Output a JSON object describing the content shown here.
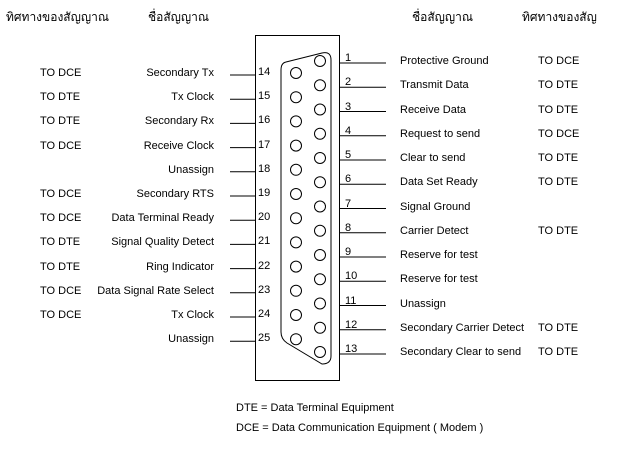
{
  "headers": {
    "left_direction": "ทิศทางของสัญญาณ",
    "left_name": "ชื่อสัญญาณ",
    "right_name": "ชื่อสัญญาณ",
    "right_direction": "ทิศทางของสัญ"
  },
  "left_pins": [
    {
      "pin": "14",
      "signal": "Secondary Tx",
      "direction": "TO  DCE"
    },
    {
      "pin": "15",
      "signal": "Tx Clock",
      "direction": "TO  DTE"
    },
    {
      "pin": "16",
      "signal": "Secondary Rx",
      "direction": "TO  DTE"
    },
    {
      "pin": "17",
      "signal": "Receive Clock",
      "direction": "TO  DCE"
    },
    {
      "pin": "18",
      "signal": "Unassign",
      "direction": ""
    },
    {
      "pin": "19",
      "signal": "Secondary RTS",
      "direction": "TO  DCE"
    },
    {
      "pin": "20",
      "signal": "Data Terminal Ready",
      "direction": "TO  DCE"
    },
    {
      "pin": "21",
      "signal": "Signal Quality Detect",
      "direction": "TO  DTE"
    },
    {
      "pin": "22",
      "signal": "Ring Indicator",
      "direction": "TO  DTE"
    },
    {
      "pin": "23",
      "signal": "Data Signal Rate Select",
      "direction": "TO  DCE"
    },
    {
      "pin": "24",
      "signal": "Tx Clock",
      "direction": "TO  DCE"
    },
    {
      "pin": "25",
      "signal": "Unassign",
      "direction": ""
    }
  ],
  "right_pins": [
    {
      "pin": "1",
      "signal": "Protective Ground",
      "direction": "TO  DCE"
    },
    {
      "pin": "2",
      "signal": "Transmit Data",
      "direction": "TO  DTE"
    },
    {
      "pin": "3",
      "signal": "Receive Data",
      "direction": "TO  DTE"
    },
    {
      "pin": "4",
      "signal": "Request to send",
      "direction": "TO  DCE"
    },
    {
      "pin": "5",
      "signal": "Clear to send",
      "direction": "TO  DTE"
    },
    {
      "pin": "6",
      "signal": "Data Set Ready",
      "direction": "TO  DTE"
    },
    {
      "pin": "7",
      "signal": "Signal Ground",
      "direction": ""
    },
    {
      "pin": "8",
      "signal": "Carrier Detect",
      "direction": "TO  DTE"
    },
    {
      "pin": "9",
      "signal": "Reserve for test",
      "direction": ""
    },
    {
      "pin": "10",
      "signal": "Reserve for test",
      "direction": ""
    },
    {
      "pin": "11",
      "signal": "Unassign",
      "direction": ""
    },
    {
      "pin": "12",
      "signal": "Secondary Carrier Detect",
      "direction": "TO  DTE"
    },
    {
      "pin": "13",
      "signal": "Secondary Clear to send",
      "direction": "TO  DTE"
    }
  ],
  "legend": {
    "dte": "DTE = Data Terminal Equipment",
    "dce": "DCE = Data Communication Equipment ( Modem )"
  }
}
